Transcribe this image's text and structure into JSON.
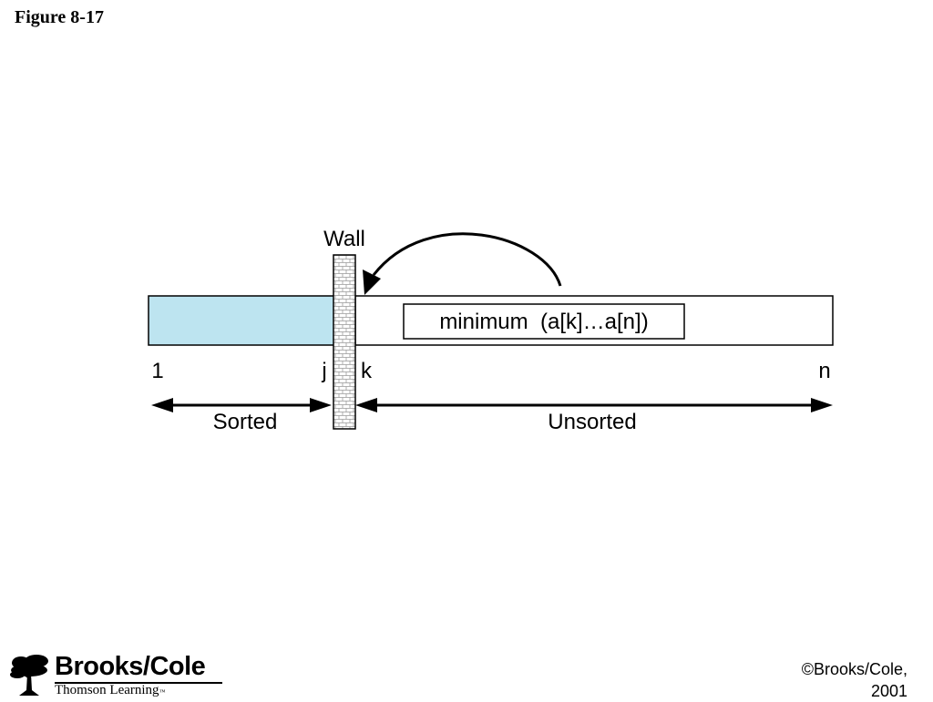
{
  "figure_label": "Figure 8-17",
  "diagram": {
    "wall_label": "Wall",
    "minimum_label": "minimum  (a[k]…a[n])",
    "index_labels": {
      "first": "1",
      "j": "j",
      "k": "k",
      "last": "n"
    },
    "sorted_label": "Sorted",
    "unsorted_label": "Unsorted",
    "sorted_fill_color": "#bde4f0"
  },
  "footer": {
    "logo_name": "Brooks/Cole",
    "logo_subtitle": "Thomson Learning",
    "logo_tm": "™",
    "copyright_line1": "©Brooks/Cole,",
    "copyright_line2": "2001"
  }
}
